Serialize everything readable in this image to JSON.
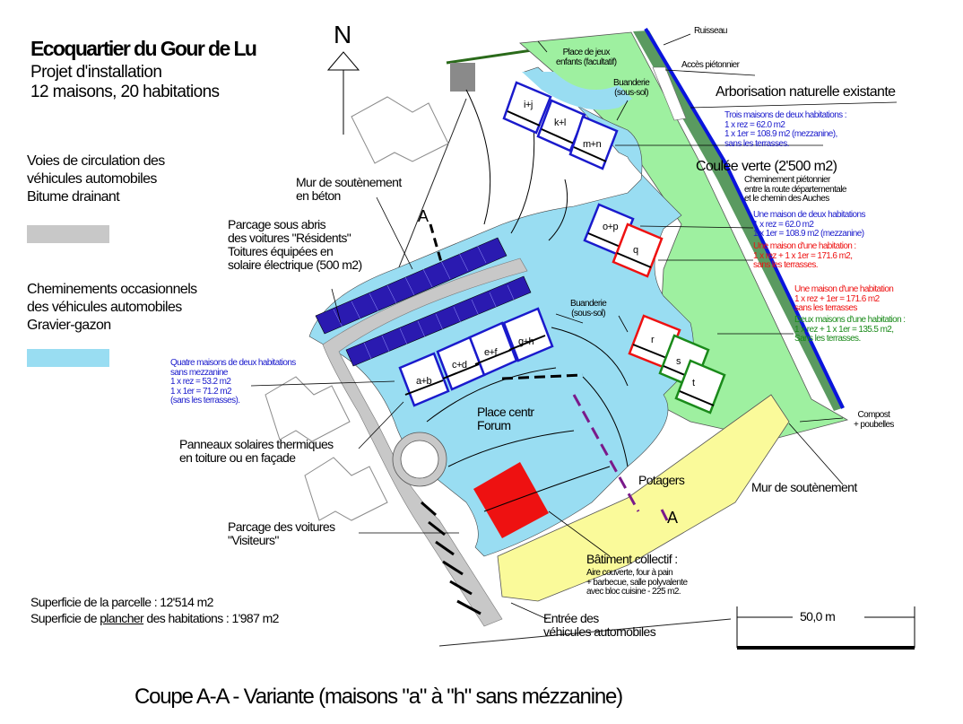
{
  "header": {
    "title": "Ecoquartier du Gour de Lu",
    "subtitle_1": "Projet d'installation",
    "subtitle_2": "12 maisons, 20 habitations"
  },
  "north_label": "N",
  "legend": {
    "roads_1": "Voies de circulation des",
    "roads_2": "véhicules automobiles",
    "roads_3": "Bitume drainant",
    "paths_1": "Cheminements occasionnels",
    "paths_2": "des véhicules automobiles",
    "paths_3": "Gravier-gazon"
  },
  "colors": {
    "road_grey": "#c8c8c8",
    "path_blue": "#99ddf2",
    "green_corridor": "#9ef0a0",
    "tree_band": "#5a9a60",
    "garden_yellow": "#fafa9a",
    "collective_red": "#ee1111",
    "solar_navy": "#2a1ab0",
    "house_blue": "#1a1acc",
    "house_red": "#ee1111",
    "house_green": "#1a8a1a"
  },
  "labels": {
    "ruisseau": "Ruisseau",
    "aire_jeux_1": "Place de jeux",
    "aire_jeux_2": "enfants (facultatif)",
    "acces_pietonnier": "Accès piétonnier",
    "arborisation": "Arborisation naturelle existante",
    "buanderie_top_1": "Buanderie",
    "buanderie_top_2": "(sous-sol)",
    "buanderie_mid_1": "Buanderie",
    "buanderie_mid_2": "(sous-sol)",
    "mur_beton_1": "Mur de soutènement",
    "mur_beton_2": "en béton",
    "parcage_residents_1": "Parcage sous abris",
    "parcage_residents_2": "des voitures \"Résidents\"",
    "parcage_residents_3": "Toitures équipées en",
    "parcage_residents_4": "solaire électrique (500 m2)",
    "coulee_1": "Coulée  verte (2'500 m2)",
    "coulee_2": "Cheminement piétonnier",
    "coulee_3": "entre la route départementale",
    "coulee_4": "et le chemin des Auches",
    "place_1": "Place centr",
    "place_2": "Forum",
    "potagers": "Potagers",
    "mur_soutenement": "Mur de soutènement",
    "compost_1": "Compost",
    "compost_2": "+ poubelles",
    "panneaux_1": "Panneaux solaires thermiques",
    "panneaux_2": "en toiture ou en façade",
    "parcage_visiteurs_1": "Parcage des voitures",
    "parcage_visiteurs_2": "\"Visiteurs\"",
    "batiment_1": "Bâtiment collectif :",
    "batiment_2": "Aire couverte, four à pain",
    "batiment_3": "+ barbecue, salle polyvalente",
    "batiment_4": "avec bloc cuisine - 225 m2.",
    "entree_1": "Entrée des",
    "entree_2": "véhicules automobiles",
    "section_a_top": "A",
    "section_a_bottom": "A",
    "scale": "50,0 m"
  },
  "notes": {
    "trois_maisons": [
      "Trois maisons de deux habitations :",
      "1 x rez = 62.0 m2",
      "1 x 1er = 108.9 m2 (mezzanine),",
      "sans les terrasses."
    ],
    "une_maison_deux": [
      "Une maison de deux habitations",
      "1 x rez = 62.0 m2",
      "1 x 1er = 108.9 m2 (mezzanine)"
    ],
    "une_maison_une": [
      "Une maison d'une habitation :",
      "1 x rez + 1 x 1er = 171.6 m2,",
      "sans les terrasses."
    ],
    "une_maison_une_b": [
      "Une maison d'une habitation",
      "1 x rez + 1er = 171.6 m2",
      "sans les terrasses"
    ],
    "deux_maisons": [
      "Deux maisons d'une habitation :",
      "1 x rez + 1 x 1er = 135.5 m2,",
      "Sans les terrasses."
    ],
    "quatre_maisons": [
      "Quatre maisons de deux habitations",
      "sans mezzanine",
      "1 x rez = 53.2 m2",
      "1 x 1er = 71.2 m2",
      "(sans les terrasses)."
    ]
  },
  "houses": [
    {
      "id": "i+j",
      "label": "i+j",
      "color": "blue"
    },
    {
      "id": "k+l",
      "label": "k+l",
      "color": "blue"
    },
    {
      "id": "m+n",
      "label": "m+n",
      "color": "blue"
    },
    {
      "id": "o+p",
      "label": "o+p",
      "color": "blue"
    },
    {
      "id": "q",
      "label": "q",
      "color": "red"
    },
    {
      "id": "r",
      "label": "r",
      "color": "red"
    },
    {
      "id": "s",
      "label": "s",
      "color": "green"
    },
    {
      "id": "t",
      "label": "t",
      "color": "green"
    },
    {
      "id": "a+b",
      "label": "a+b",
      "color": "blue"
    },
    {
      "id": "c+d",
      "label": "c+d",
      "color": "blue"
    },
    {
      "id": "e+f",
      "label": "e+f",
      "color": "blue"
    },
    {
      "id": "g+h",
      "label": "g+h",
      "color": "blue"
    }
  ],
  "footer": {
    "superficie_parcelle": "Superficie de la parcelle : 12'514 m2",
    "superficie_plancher_prefix": "Superficie de ",
    "superficie_plancher_underlined": "plancher",
    "superficie_plancher_suffix": " des habitations : 1'987 m2",
    "coupe": "Coupe A-A - Variante (maisons \"a\" à \"h\" sans mézzanine)"
  }
}
